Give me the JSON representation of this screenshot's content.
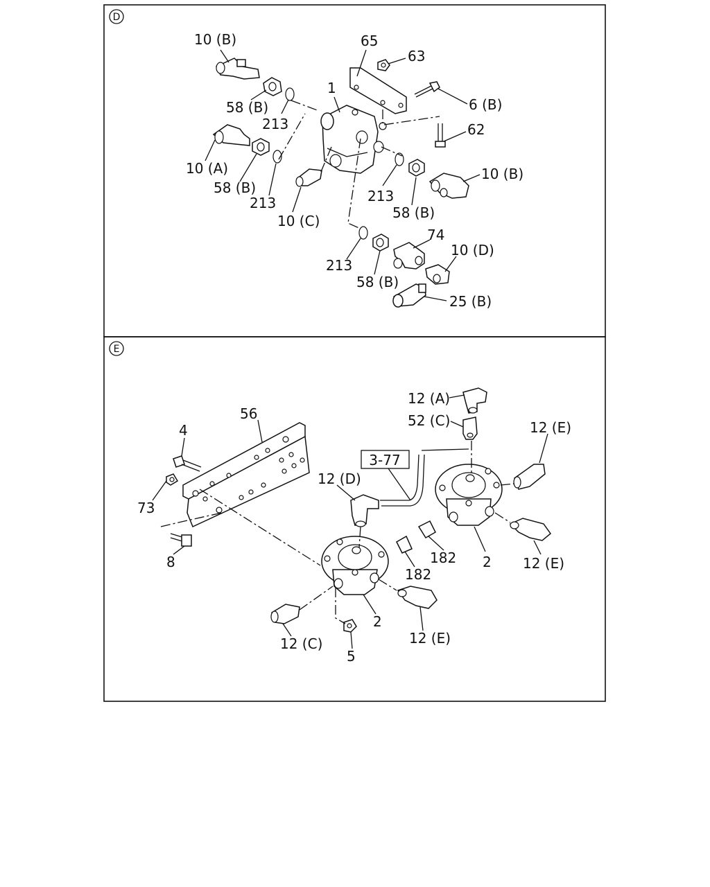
{
  "panels": [
    {
      "id": "D",
      "labels": [
        "10 (B)",
        "65",
        "63",
        "58 (B)",
        "213",
        "1",
        "6 (B)",
        "62",
        "10 (A)",
        "58 (B)",
        "213",
        "10 (C)",
        "213",
        "58 (B)",
        "10 (B)",
        "74",
        "10 (D)",
        "213",
        "58 (B)",
        "25 (B)"
      ]
    },
    {
      "id": "E",
      "labels": [
        "12 (A)",
        "52 (C)",
        "12 (E)",
        "56",
        "4",
        "3-77",
        "12 (D)",
        "73",
        "182",
        "2",
        "12 (E)",
        "8",
        "182",
        "2",
        "12 (C)",
        "12 (E)",
        "5"
      ]
    }
  ]
}
